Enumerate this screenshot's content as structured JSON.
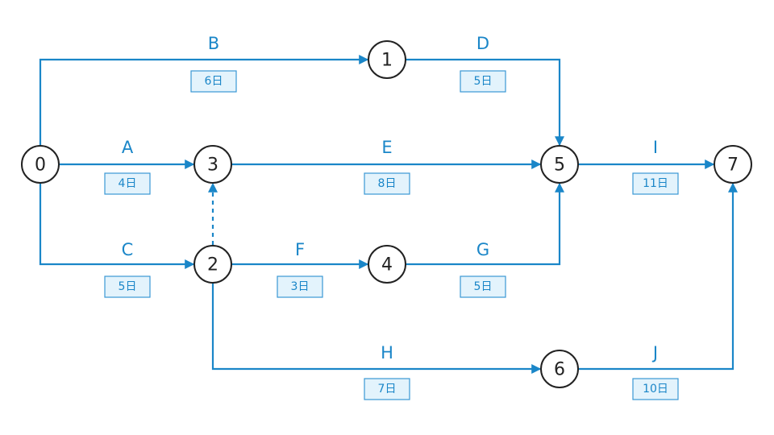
{
  "colors": {
    "edge": "#1a86c8",
    "node_stroke": "#222222",
    "label_box_fill": "#e3f3fc",
    "label_box_stroke": "#3a98d4"
  },
  "nodes": [
    {
      "id": "0",
      "label": "0"
    },
    {
      "id": "1",
      "label": "1"
    },
    {
      "id": "2",
      "label": "2"
    },
    {
      "id": "3",
      "label": "3"
    },
    {
      "id": "4",
      "label": "4"
    },
    {
      "id": "5",
      "label": "5"
    },
    {
      "id": "6",
      "label": "6"
    },
    {
      "id": "7",
      "label": "7"
    }
  ],
  "activities": [
    {
      "name": "B",
      "duration": "6日",
      "from": "0",
      "to": "1"
    },
    {
      "name": "D",
      "duration": "5日",
      "from": "1",
      "to": "5"
    },
    {
      "name": "A",
      "duration": "4日",
      "from": "0",
      "to": "3"
    },
    {
      "name": "E",
      "duration": "8日",
      "from": "3",
      "to": "5"
    },
    {
      "name": "I",
      "duration": "11日",
      "from": "5",
      "to": "7"
    },
    {
      "name": "C",
      "duration": "5日",
      "from": "0",
      "to": "2"
    },
    {
      "name": "F",
      "duration": "3日",
      "from": "2",
      "to": "4"
    },
    {
      "name": "G",
      "duration": "5日",
      "from": "4",
      "to": "5"
    },
    {
      "name": "H",
      "duration": "7日",
      "from": "2",
      "to": "6"
    },
    {
      "name": "J",
      "duration": "10日",
      "from": "6",
      "to": "7"
    }
  ],
  "dummies": [
    {
      "from": "2",
      "to": "3"
    }
  ]
}
